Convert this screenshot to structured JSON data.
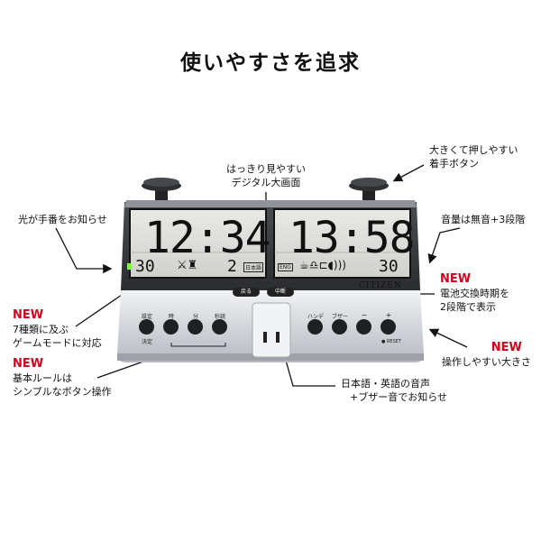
{
  "title": "使いやすさを追求",
  "annotations": {
    "display": [
      "はっきり見やすい",
      "デジタル大画面"
    ],
    "big_button": [
      "大きくて押しやすい",
      "着手ボタン"
    ],
    "light": "光が手番をお知らせ",
    "volume": "音量は無音+3段階",
    "battery": {
      "new": "NEW",
      "lines": [
        "電池交換時期を",
        "2段階で表示"
      ]
    },
    "game_modes": {
      "new": "NEW",
      "lines": [
        "7種類に及ぶ",
        "ゲームモードに対応"
      ]
    },
    "simple_buttons": {
      "new": "NEW",
      "lines": [
        "基本ルールは",
        "シンプルなボタン操作"
      ]
    },
    "size": {
      "new": "NEW",
      "line": "操作しやすい大きさ"
    },
    "voice": [
      "日本語・英語の音声",
      "+ブザー音でお知らせ"
    ]
  },
  "clock": {
    "brand": "CITIZEN",
    "left_time": "12:34",
    "right_time": "13:58",
    "left_byoyomi": "30",
    "right_byoyomi": "30",
    "left_count": "2",
    "lang_jp": "日本語",
    "lang_en": "ENG",
    "btn_back": "戻る",
    "btn_pause": "中断",
    "left_buttons": [
      {
        "top": "設定",
        "bottom": "決定"
      },
      {
        "top": "時",
        "bottom": ""
      },
      {
        "top": "分",
        "bottom": ""
      },
      {
        "top": "秒読",
        "bottom": ""
      }
    ],
    "right_buttons": [
      {
        "top": "ハンデ"
      },
      {
        "top": "ブザー"
      },
      {
        "top": "−"
      },
      {
        "top": "+"
      }
    ],
    "reset": "● RESET"
  }
}
